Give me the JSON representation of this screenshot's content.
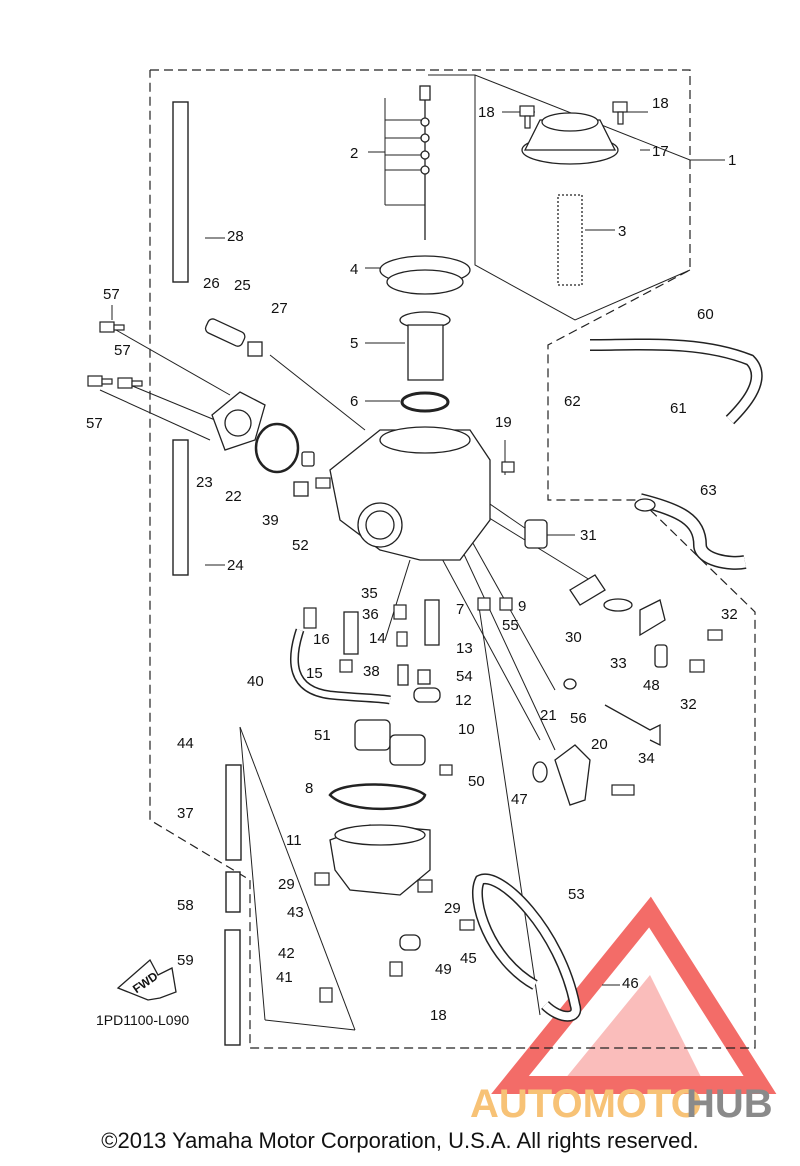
{
  "diagram": {
    "part_code": "1PD1100-L090",
    "fwd_label": "FWD",
    "copyright": "©2013 Yamaha Motor Corporation, U.S.A. All rights reserved.",
    "watermark": {
      "left": "AUTOMOTO",
      "right": "HUB",
      "left_color": "#f7c276",
      "right_color": "#8a8a8a",
      "logo_color": "#ef3b36"
    }
  },
  "callouts": [
    {
      "id": "c1",
      "label": "1"
    },
    {
      "id": "c2",
      "label": "2"
    },
    {
      "id": "c3",
      "label": "3"
    },
    {
      "id": "c4",
      "label": "4"
    },
    {
      "id": "c5",
      "label": "5"
    },
    {
      "id": "c6",
      "label": "6"
    },
    {
      "id": "c7",
      "label": "7"
    },
    {
      "id": "c8",
      "label": "8"
    },
    {
      "id": "c9",
      "label": "9"
    },
    {
      "id": "c10",
      "label": "10"
    },
    {
      "id": "c11",
      "label": "11"
    },
    {
      "id": "c12",
      "label": "12"
    },
    {
      "id": "c13",
      "label": "13"
    },
    {
      "id": "c14",
      "label": "14"
    },
    {
      "id": "c15",
      "label": "15"
    },
    {
      "id": "c16",
      "label": "16"
    },
    {
      "id": "c17",
      "label": "17"
    },
    {
      "id": "c18a",
      "label": "18"
    },
    {
      "id": "c18b",
      "label": "18"
    },
    {
      "id": "c18c",
      "label": "18"
    },
    {
      "id": "c19",
      "label": "19"
    },
    {
      "id": "c20",
      "label": "20"
    },
    {
      "id": "c21",
      "label": "21"
    },
    {
      "id": "c22",
      "label": "22"
    },
    {
      "id": "c23",
      "label": "23"
    },
    {
      "id": "c24",
      "label": "24"
    },
    {
      "id": "c25",
      "label": "25"
    },
    {
      "id": "c26",
      "label": "26"
    },
    {
      "id": "c27",
      "label": "27"
    },
    {
      "id": "c28",
      "label": "28"
    },
    {
      "id": "c29a",
      "label": "29"
    },
    {
      "id": "c29b",
      "label": "29"
    },
    {
      "id": "c30",
      "label": "30"
    },
    {
      "id": "c31",
      "label": "31"
    },
    {
      "id": "c32a",
      "label": "32"
    },
    {
      "id": "c32b",
      "label": "32"
    },
    {
      "id": "c33",
      "label": "33"
    },
    {
      "id": "c34",
      "label": "34"
    },
    {
      "id": "c35",
      "label": "35"
    },
    {
      "id": "c36",
      "label": "36"
    },
    {
      "id": "c37",
      "label": "37"
    },
    {
      "id": "c38",
      "label": "38"
    },
    {
      "id": "c39",
      "label": "39"
    },
    {
      "id": "c40",
      "label": "40"
    },
    {
      "id": "c41",
      "label": "41"
    },
    {
      "id": "c42",
      "label": "42"
    },
    {
      "id": "c43",
      "label": "43"
    },
    {
      "id": "c44",
      "label": "44"
    },
    {
      "id": "c45",
      "label": "45"
    },
    {
      "id": "c46",
      "label": "46"
    },
    {
      "id": "c47",
      "label": "47"
    },
    {
      "id": "c48",
      "label": "48"
    },
    {
      "id": "c49",
      "label": "49"
    },
    {
      "id": "c50",
      "label": "50"
    },
    {
      "id": "c51",
      "label": "51"
    },
    {
      "id": "c52",
      "label": "52"
    },
    {
      "id": "c53",
      "label": "53"
    },
    {
      "id": "c54",
      "label": "54"
    },
    {
      "id": "c55",
      "label": "55"
    },
    {
      "id": "c56",
      "label": "56"
    },
    {
      "id": "c57a",
      "label": "57"
    },
    {
      "id": "c57b",
      "label": "57"
    },
    {
      "id": "c57c",
      "label": "57"
    },
    {
      "id": "c58",
      "label": "58"
    },
    {
      "id": "c59",
      "label": "59"
    },
    {
      "id": "c60",
      "label": "60"
    },
    {
      "id": "c61",
      "label": "61"
    },
    {
      "id": "c62",
      "label": "62"
    },
    {
      "id": "c63",
      "label": "63"
    }
  ]
}
